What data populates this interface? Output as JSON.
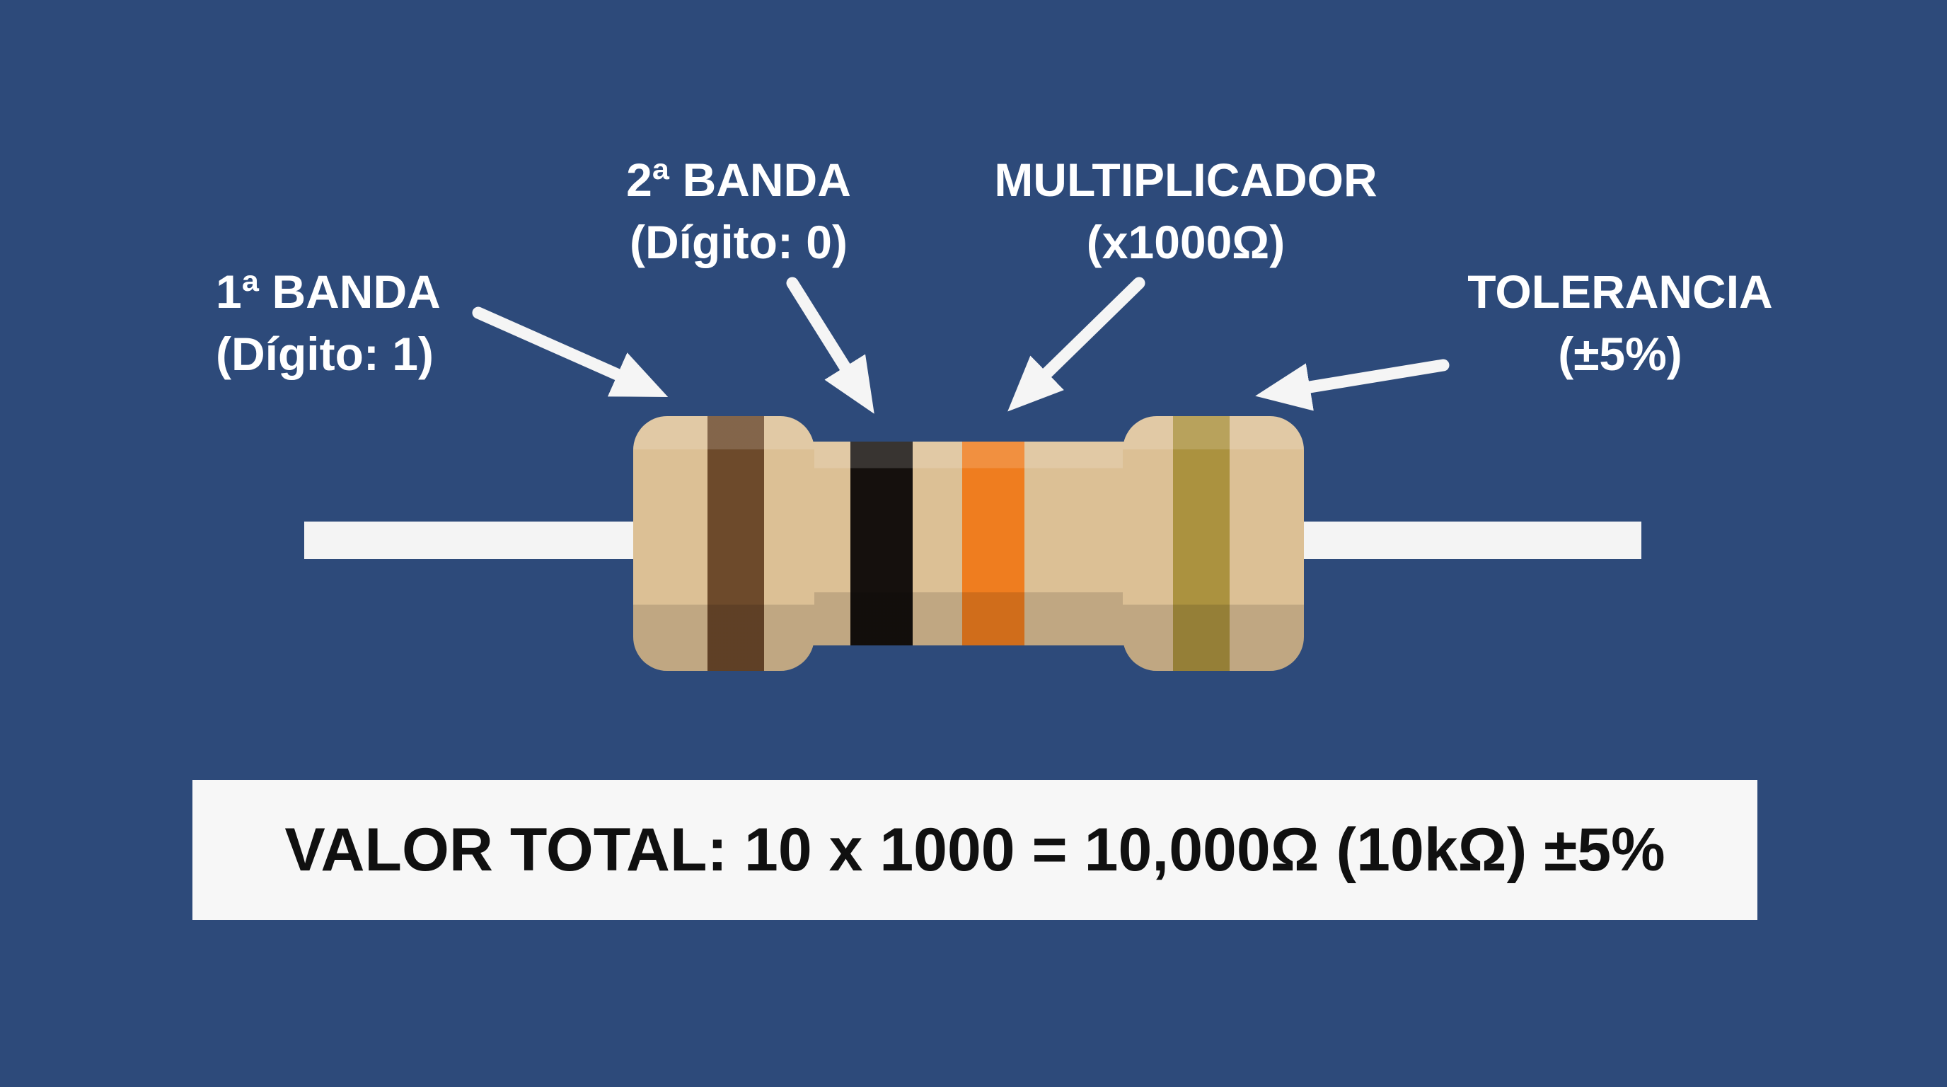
{
  "colors": {
    "background": "#2d4a7a",
    "lead": "#f4f4f4",
    "body": "#dcc095",
    "arrow": "#f5f5f5",
    "total_bar_bg": "#f7f7f7"
  },
  "annotations": {
    "first_band": {
      "title": "1ª BANDA",
      "subtitle": "(Dígito: 1)"
    },
    "second_band": {
      "title": "2ª BANDA",
      "subtitle": "(Dígito: 0)"
    },
    "multiplier": {
      "title": "MULTIPLICADOR",
      "subtitle": "(x1000Ω)"
    },
    "tolerance": {
      "title": "TOLERANCIA",
      "subtitle": "(±5%)"
    }
  },
  "resistor": {
    "bands": [
      {
        "name": "first-band",
        "color": "#6d4a2b"
      },
      {
        "name": "second-band",
        "color": "#15100d"
      },
      {
        "name": "multiplier-band",
        "color": "#ef7d1f"
      },
      {
        "name": "tolerance-band",
        "color": "#ab923f"
      }
    ]
  },
  "total": {
    "text": "VALOR TOTAL: 10 x 1000 = 10,000Ω (10kΩ) ±5%"
  }
}
